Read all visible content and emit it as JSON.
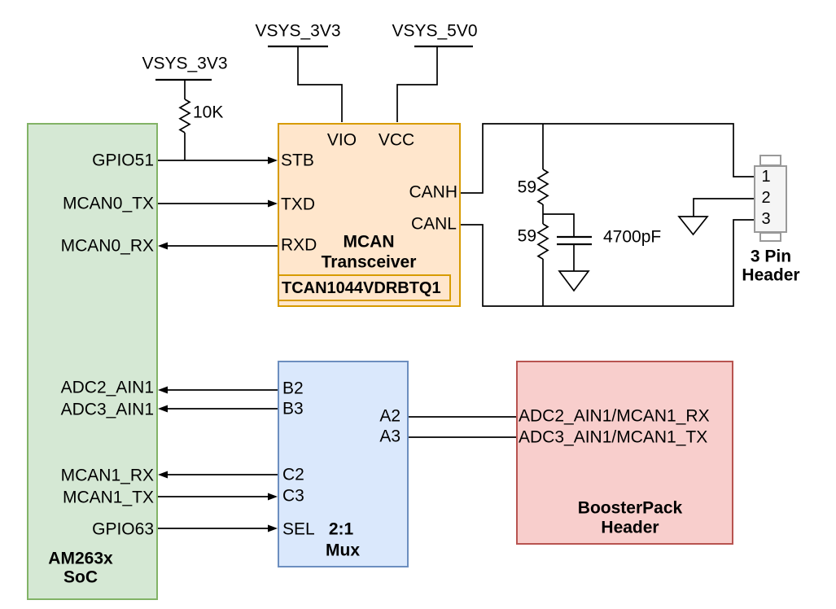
{
  "nets": {
    "vsys_3v3_pullup": "VSYS_3V3",
    "vsys_3v3_vio": "VSYS_3V3",
    "vsys_5v0_vcc": "VSYS_5V0"
  },
  "values": {
    "pullup_resistor": "10K",
    "term_resistor_top": "59",
    "term_resistor_bottom": "59",
    "split_capacitor": "4700pF"
  },
  "soc": {
    "title1": "AM263x",
    "title2": "SoC",
    "gpio51": "GPIO51",
    "mcan0_tx": "MCAN0_TX",
    "mcan0_rx": "MCAN0_RX",
    "adc2_ain1": "ADC2_AIN1",
    "adc3_ain1": "ADC3_AIN1",
    "mcan1_rx": "MCAN1_RX",
    "mcan1_tx": "MCAN1_TX",
    "gpio63": "GPIO63"
  },
  "transceiver": {
    "title1": "MCAN",
    "title2": "Transceiver",
    "part": "TCAN1044VDRBTQ1",
    "vio": "VIO",
    "vcc": "VCC",
    "stb": "STB",
    "txd": "TXD",
    "rxd": "RXD",
    "canh": "CANH",
    "canl": "CANL"
  },
  "mux": {
    "title1": "2:1",
    "title2": "Mux",
    "b2": "B2",
    "b3": "B3",
    "a2": "A2",
    "a3": "A3",
    "c2": "C2",
    "c3": "C3",
    "sel": "SEL"
  },
  "boosterpack": {
    "title1": "BoosterPack",
    "title2": "Header",
    "signal1": "ADC2_AIN1/MCAN1_RX",
    "signal2": "ADC3_AIN1/MCAN1_TX"
  },
  "header3pin": {
    "label1": "3 Pin",
    "label2": "Header",
    "pin1": "1",
    "pin2": "2",
    "pin3": "3"
  },
  "colors": {
    "soc_fill": "#d5e8d4",
    "soc_stroke": "#82b366",
    "transceiver_fill": "#ffe6cc",
    "transceiver_stroke": "#d79b00",
    "mux_fill": "#dae8fc",
    "mux_stroke": "#6c8ebf",
    "boosterpack_fill": "#f8cecc",
    "boosterpack_stroke": "#b85450",
    "connector_fill": "#f5f5f5",
    "connector_stroke": "#999999",
    "wire": "#000000"
  }
}
